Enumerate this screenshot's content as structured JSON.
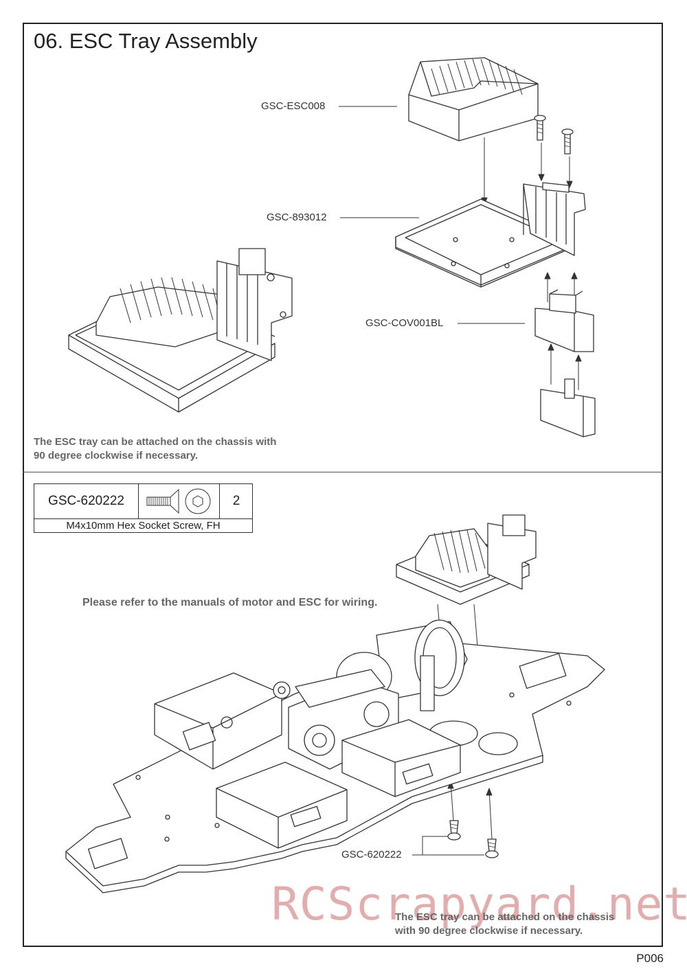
{
  "page": {
    "title": "06. ESC Tray Assembly",
    "page_number": "P006"
  },
  "top_section": {
    "labels": {
      "esc": "GSC-ESC008",
      "tray": "GSC-893012",
      "cover": "GSC-COV001BL"
    },
    "note_line1": "The ESC tray can be attached on the chassis with",
    "note_line2": "90 degree clockwise if necessary."
  },
  "parts_table": {
    "code": "GSC-620222",
    "quantity": "2",
    "description": "M4x10mm Hex Socket Screw, FH",
    "icon": "flat-head-screw-icon"
  },
  "bottom_section": {
    "wiring_note": "Please refer to the manuals of motor and ESC for wiring.",
    "screw_label": "GSC-620222",
    "note_line1": "The ESC tray can be attached on the chassis",
    "note_line2": "with 90 degree clockwise if necessary."
  },
  "watermark": "RCScrapyard.net"
}
